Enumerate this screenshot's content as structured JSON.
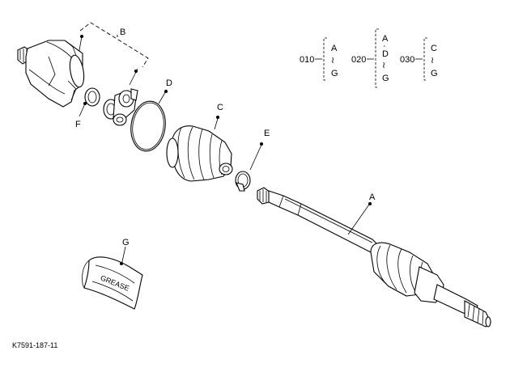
{
  "labels": {
    "A": "A",
    "B": "B",
    "C": "C",
    "D": "D",
    "E": "E",
    "F": "F",
    "G": "G"
  },
  "part_codes": {
    "code1": {
      "number": "010",
      "range": [
        "A",
        "≀",
        "G"
      ]
    },
    "code2": {
      "number": "020",
      "range": [
        "A",
        "·",
        "D",
        "≀",
        "G"
      ]
    },
    "code3": {
      "number": "030",
      "range": [
        "C",
        "≀",
        "G"
      ]
    }
  },
  "grease_text": "GREASE",
  "figure_id": "K7591-187-11"
}
